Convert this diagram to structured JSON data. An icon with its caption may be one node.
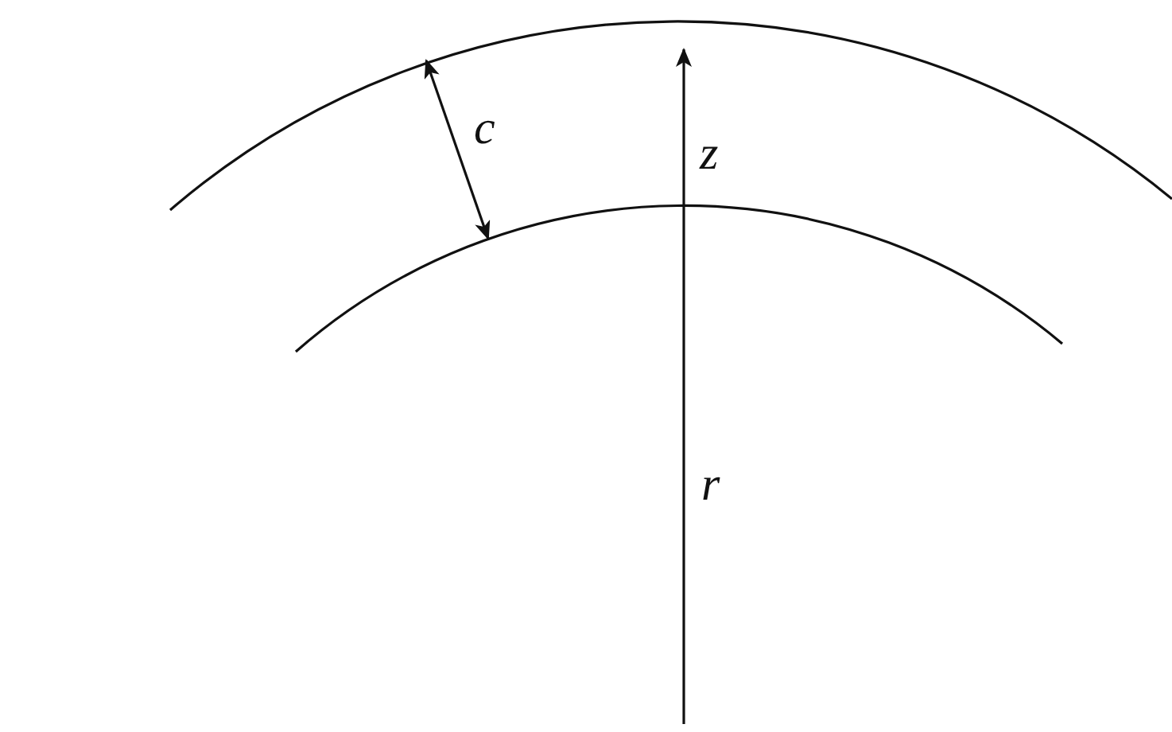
{
  "diagram": {
    "labels": [
      "c",
      "z",
      "r"
    ]
  }
}
